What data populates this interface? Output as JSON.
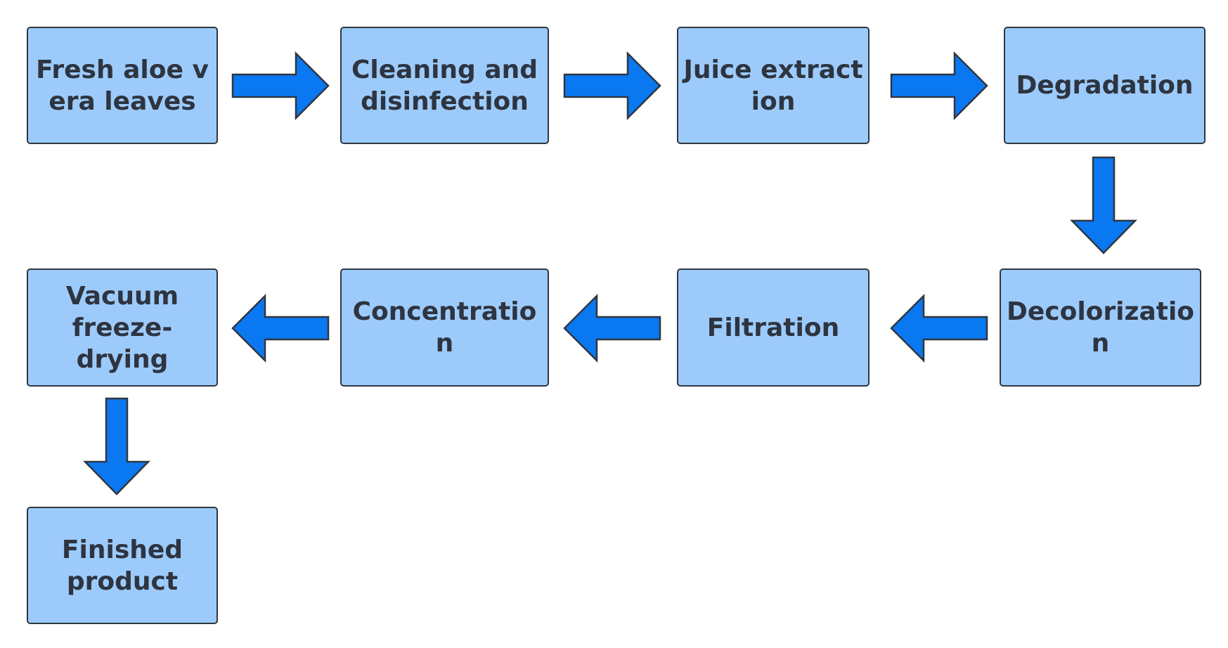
{
  "colors": {
    "box_fill": "#9ccbfb",
    "box_border": "#2f3640",
    "arrow_fill": "#0a78f0",
    "arrow_stroke": "#2f3640",
    "text": "#2e3440"
  },
  "steps": [
    {
      "label": "Fresh aloe vera leaves"
    },
    {
      "label": "Cleaning and disinfection"
    },
    {
      "label": "Juice extraction"
    },
    {
      "label": "Degradation"
    },
    {
      "label": "Decolorization"
    },
    {
      "label": "Filtration"
    },
    {
      "label": "Concentration"
    },
    {
      "label": "Vacuum freeze-drying"
    },
    {
      "label": "Finished product"
    }
  ],
  "arrows": [
    {
      "from": 0,
      "to": 1,
      "direction": "right"
    },
    {
      "from": 1,
      "to": 2,
      "direction": "right"
    },
    {
      "from": 2,
      "to": 3,
      "direction": "right"
    },
    {
      "from": 3,
      "to": 4,
      "direction": "down"
    },
    {
      "from": 4,
      "to": 5,
      "direction": "left"
    },
    {
      "from": 5,
      "to": 6,
      "direction": "left"
    },
    {
      "from": 6,
      "to": 7,
      "direction": "left"
    },
    {
      "from": 7,
      "to": 8,
      "direction": "down"
    }
  ]
}
